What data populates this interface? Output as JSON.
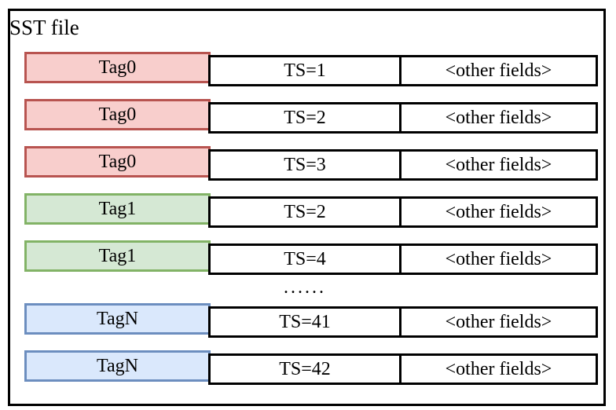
{
  "title": "SST file",
  "ellipsis": "......",
  "palette": {
    "red": {
      "fill": "#f8cecc",
      "border": "#b85450"
    },
    "green": {
      "fill": "#d5e8d4",
      "border": "#82b366"
    },
    "blue": {
      "fill": "#dae8fc",
      "border": "#6c8ebf"
    },
    "row_border": "#000000",
    "outer_border": "#000000",
    "text": "#000000"
  },
  "rows": [
    {
      "tag": "Tag0",
      "color": "red",
      "ts": "TS=1",
      "other": "<other fields>"
    },
    {
      "tag": "Tag0",
      "color": "red",
      "ts": "TS=2",
      "other": "<other fields>"
    },
    {
      "tag": "Tag0",
      "color": "red",
      "ts": "TS=3",
      "other": "<other fields>"
    },
    {
      "tag": "Tag1",
      "color": "green",
      "ts": "TS=2",
      "other": "<other fields>"
    },
    {
      "tag": "Tag1",
      "color": "green",
      "ts": "TS=4",
      "other": "<other fields>"
    },
    {
      "tag": "TagN",
      "color": "blue",
      "ts": "TS=41",
      "other": "<other fields>"
    },
    {
      "tag": "TagN",
      "color": "blue",
      "ts": "TS=42",
      "other": "<other fields>"
    }
  ]
}
